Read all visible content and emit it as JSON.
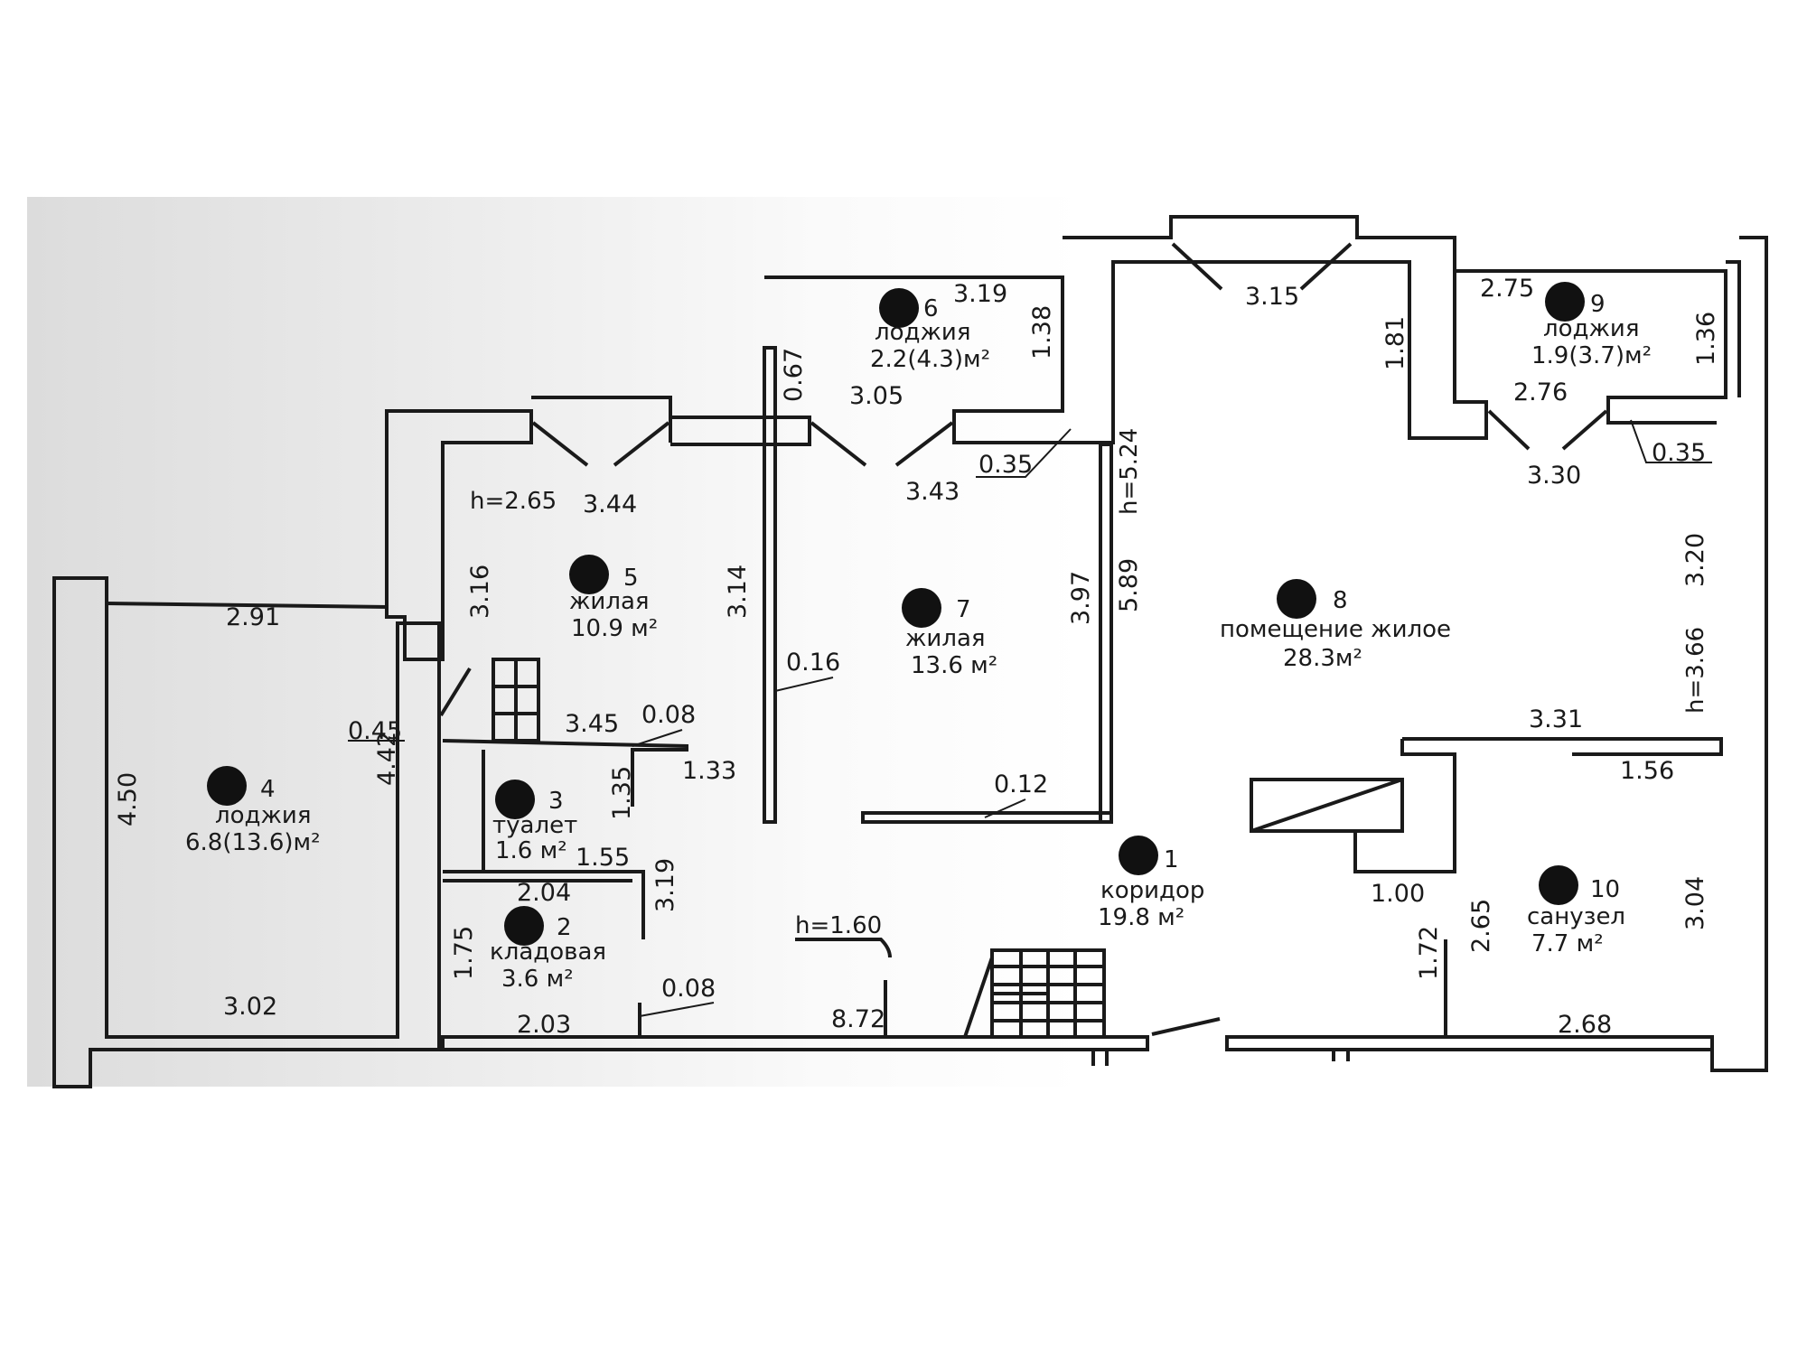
{
  "rooms": [
    {
      "id": "1",
      "name": "коридор",
      "area": "19.8 м²",
      "height": "h=1.60"
    },
    {
      "id": "2",
      "name": "кладовая",
      "area": "3.6 м²"
    },
    {
      "id": "3",
      "name": "туалет",
      "area": "1.6 м²"
    },
    {
      "id": "4",
      "name": "лоджия",
      "area": "6.8(13.6)м²"
    },
    {
      "id": "5",
      "name": "жилая",
      "area": "10.9 м²",
      "height": "h=2.65"
    },
    {
      "id": "6",
      "name": "лоджия",
      "area": "2.2(4.3)м²"
    },
    {
      "id": "7",
      "name": "жилая",
      "area": "13.6 м²"
    },
    {
      "id": "8",
      "name": "помещение жилое",
      "area": "28.3м²",
      "height": "h=5.24"
    },
    {
      "id": "9",
      "name": "лоджия",
      "area": "1.9(3.7)м²"
    },
    {
      "id": "10",
      "name": "санузел",
      "area": "7.7 м²",
      "height": "h=3.66"
    }
  ],
  "dimensions": {
    "d_2_91": "2.91",
    "d_4_50": "4.50",
    "d_3_02": "3.02",
    "d_0_45": "0.45",
    "d_4_42": "4.42",
    "d_3_44": "3.44",
    "d_3_16": "3.16",
    "d_3_14": "3.14",
    "d_0_67": "0.67",
    "d_3_05": "3.05",
    "d_3_19_top": "3.19",
    "d_1_38": "1.38",
    "d_3_43": "3.43",
    "d_0_35_a": "0.35",
    "d_3_97": "3.97",
    "d_5_89": "5.89",
    "d_0_16": "0.16",
    "d_3_45": "3.45",
    "d_0_08_a": "0.08",
    "d_1_33": "1.33",
    "d_1_35": "1.35",
    "d_1_55": "1.55",
    "d_2_04": "2.04",
    "d_3_19_b": "3.19",
    "d_1_75": "1.75",
    "d_0_08_b": "0.08",
    "d_2_03": "2.03",
    "d_8_72": "8.72",
    "d_0_12": "0.12",
    "d_3_15": "3.15",
    "d_1_81": "1.81",
    "d_2_75": "2.75",
    "d_1_36": "1.36",
    "d_2_76": "2.76",
    "d_3_30": "3.30",
    "d_0_35_b": "0.35",
    "d_3_20": "3.20",
    "d_3_31": "3.31",
    "d_1_56": "1.56",
    "d_1_00": "1.00",
    "d_2_65": "2.65",
    "d_1_72": "1.72",
    "d_3_04": "3.04",
    "d_2_68": "2.68"
  },
  "colors": {
    "line": "#1a1a1a",
    "background": "#ffffff",
    "marker": "#111111"
  }
}
